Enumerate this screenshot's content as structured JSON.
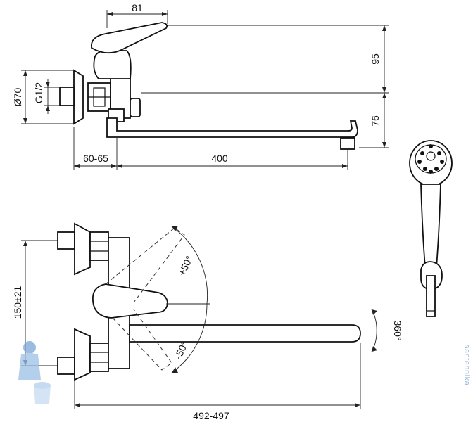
{
  "dimensions": {
    "height_top": "81",
    "lever_height": "95",
    "spout_height": "76",
    "flange_diameter": "Ø70",
    "thread": "G1/2",
    "eccentric": "60-65",
    "spout_length": "400",
    "center_distance": "150±21",
    "total_length": "492-497",
    "lever_up": "+50°",
    "lever_down": "-50°",
    "swivel": "360°"
  },
  "watermark": "santehnika"
}
